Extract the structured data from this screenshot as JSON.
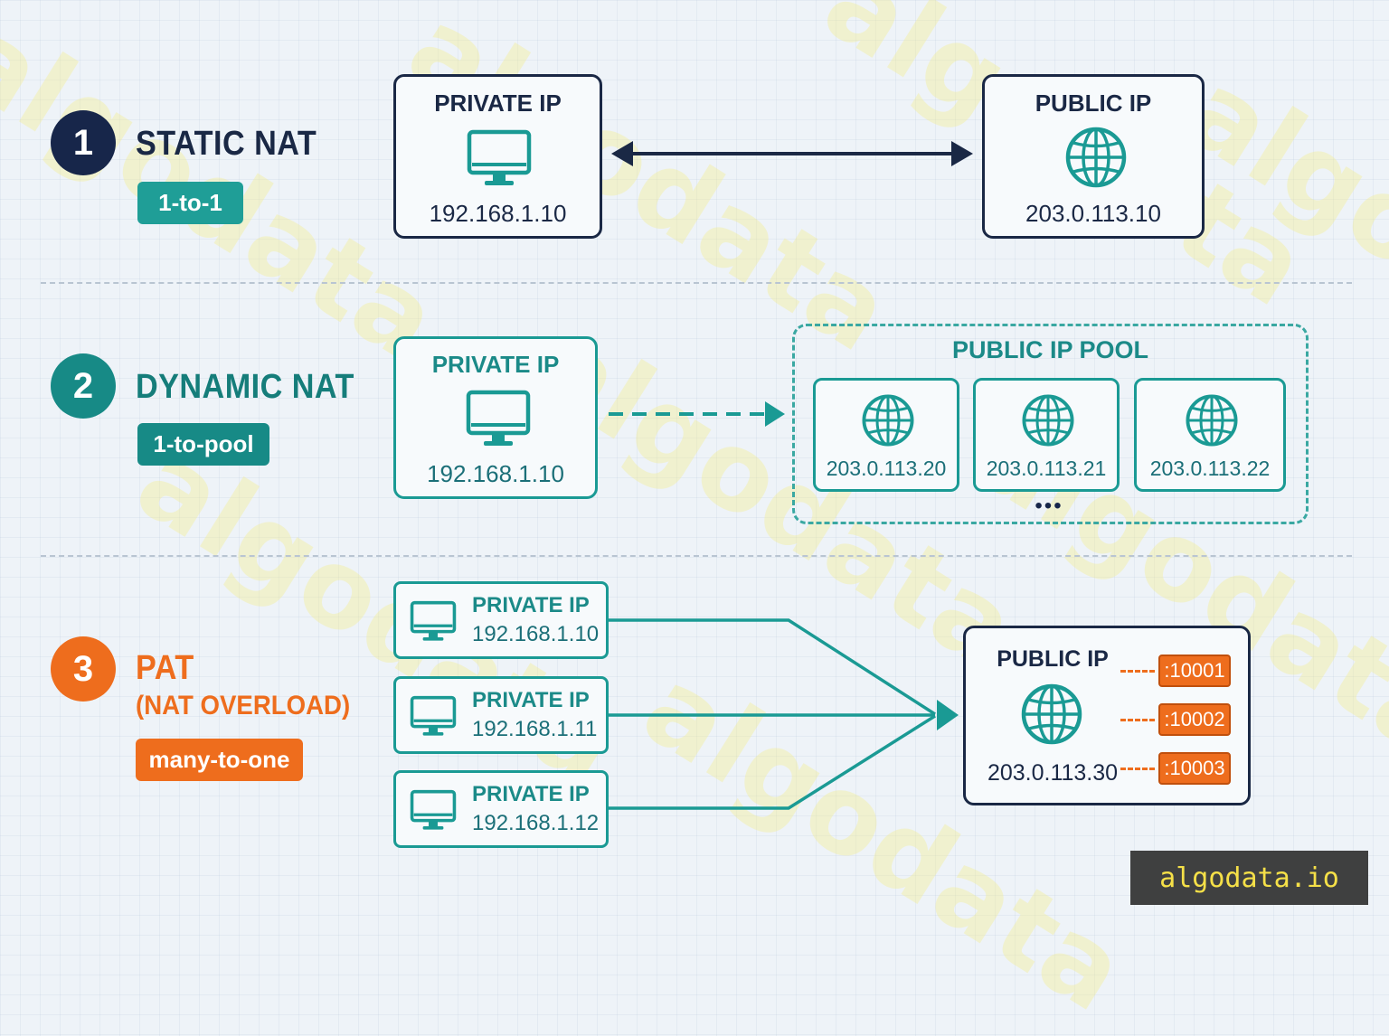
{
  "watermark": "algodata",
  "brand": "algodata.io",
  "colors": {
    "navy": "#1a2845",
    "teal": "#1a9a94",
    "orange": "#ee6d1d",
    "background": "#eef3f8"
  },
  "sections": [
    {
      "number": "1",
      "title": "STATIC NAT",
      "subtitle": "",
      "tag": "1-to-1",
      "private": {
        "label": "PRIVATE IP",
        "ip": "192.168.1.10",
        "icon": "monitor-icon"
      },
      "public": {
        "label": "PUBLIC IP",
        "ip": "203.0.113.10",
        "icon": "globe-icon"
      },
      "connector": "bidirectional-arrow"
    },
    {
      "number": "2",
      "title": "DYNAMIC NAT",
      "tag": "1-to-pool",
      "private": {
        "label": "PRIVATE IP",
        "ip": "192.168.1.10",
        "icon": "monitor-icon"
      },
      "pool": {
        "label": "PUBLIC IP POOL",
        "ips": [
          "203.0.113.20",
          "203.0.113.21",
          "203.0.113.22"
        ],
        "more": "•••"
      },
      "connector": "dashed-arrow"
    },
    {
      "number": "3",
      "title": "PAT",
      "subtitle": "(NAT OVERLOAD)",
      "tag": "many-to-one",
      "privates": [
        {
          "label": "PRIVATE IP",
          "ip": "192.168.1.10"
        },
        {
          "label": "PRIVATE IP",
          "ip": "192.168.1.11"
        },
        {
          "label": "PRIVATE IP",
          "ip": "192.168.1.12"
        }
      ],
      "public": {
        "label": "PUBLIC IP",
        "ip": "203.0.113.30",
        "icon": "globe-icon"
      },
      "ports": [
        ":10001",
        ":10002",
        ":10003"
      ],
      "connector": "converging-lines"
    }
  ]
}
